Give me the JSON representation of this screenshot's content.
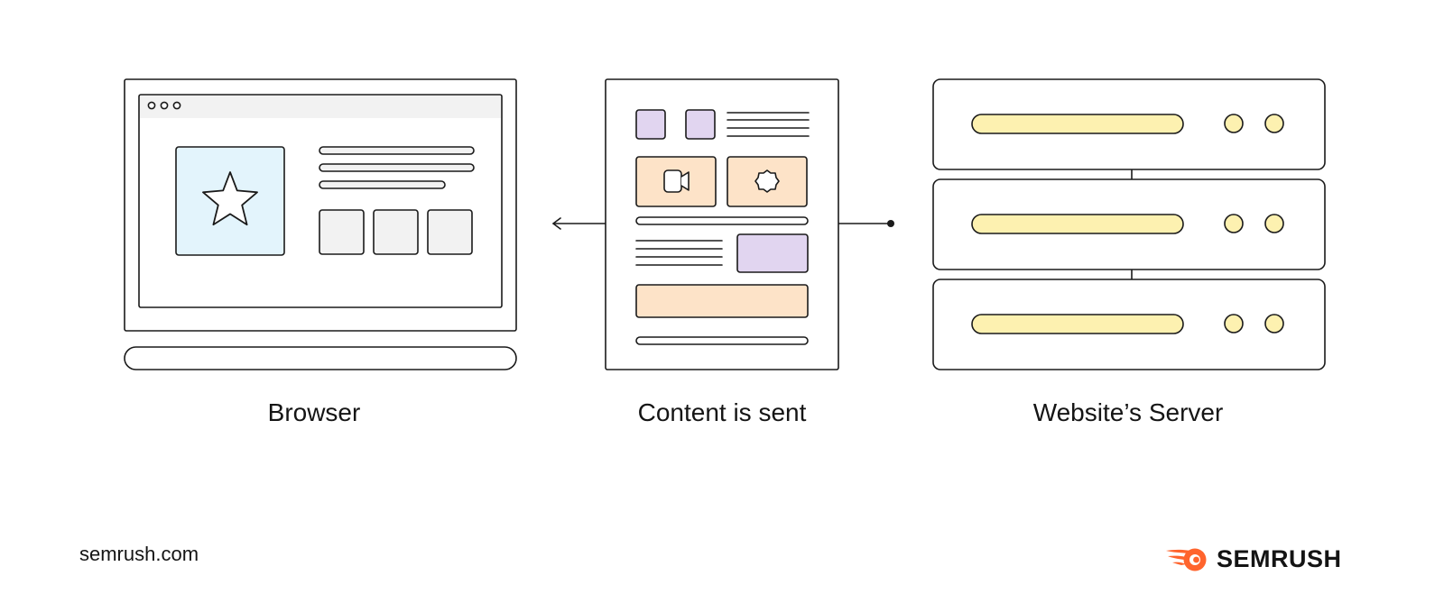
{
  "labels": {
    "browser": "Browser",
    "content": "Content is sent",
    "server": "Website’s Server"
  },
  "footer": {
    "url": "semrush.com",
    "brand": "SEMRUSH"
  },
  "colors": {
    "stroke": "#1a1a1a",
    "image_bg": "#e3f4fc",
    "gray_block": "#f2f2f2",
    "lavender": "#e1d5f0",
    "peach": "#fde3c8",
    "server_bar": "#fdf1b0",
    "brand_orange": "#ff642d"
  },
  "icons": [
    "star-icon",
    "video-camera-icon",
    "gear-icon",
    "semrush-logo-icon"
  ]
}
